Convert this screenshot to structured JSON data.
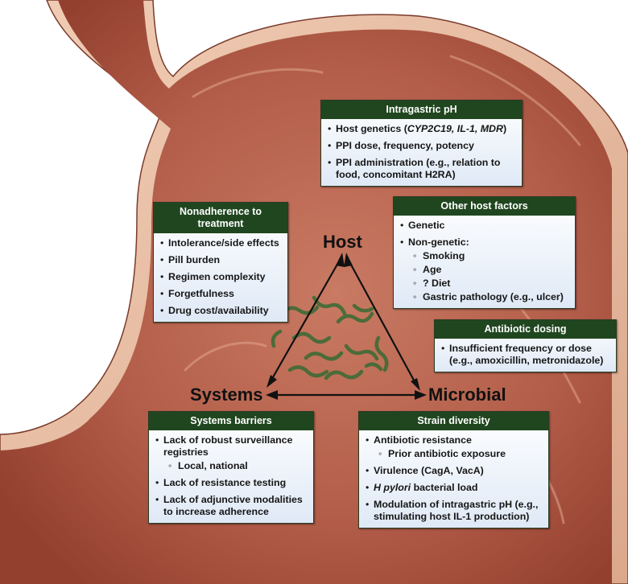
{
  "triangle": {
    "host": "Host",
    "systems": "Systems",
    "microbial": "Microbial"
  },
  "boxes": {
    "intragastric_ph": {
      "title": "Intragastric pH",
      "items": [
        {
          "prefix": "Host genetics (",
          "italic": "CYP2C19, IL-1, MDR",
          "suffix": ")"
        },
        "PPI dose, frequency, potency",
        "PPI administration (e.g., relation to food, concomitant H2RA)"
      ]
    },
    "nonadherence": {
      "title": "Nonadherence to treatment",
      "items": [
        "Intolerance/side effects",
        "Pill burden",
        "Regimen complexity",
        "Forgetfulness",
        "Drug cost/availability"
      ]
    },
    "other_host": {
      "title": "Other host factors",
      "items": [
        "Genetic",
        "Non-genetic:"
      ],
      "subitems": [
        "Smoking",
        "Age",
        "? Diet",
        "Gastric pathology (e.g., ulcer)"
      ]
    },
    "antibiotic_dosing": {
      "title": "Antibiotic dosing",
      "items": [
        "Insufficient frequency or dose (e.g., amoxicillin, metronidazole)"
      ]
    },
    "systems_barriers": {
      "title": "Systems barriers",
      "item1": "Lack of robust surveillance registries",
      "sub1": "Local, national",
      "item2": "Lack of resistance testing",
      "item3": "Lack of adjunctive modalities to increase adherence"
    },
    "strain_diversity": {
      "title": "Strain diversity",
      "item1": "Antibiotic resistance",
      "sub1": "Prior antibiotic exposure",
      "item2": "Virulence (CagA, VacA)",
      "item3_italic": "H pylori",
      "item3_rest": " bacterial load",
      "item4": "Modulation of intragastric pH (e.g., stimulating host IL-1 production)"
    }
  },
  "colors": {
    "header": "#20461f",
    "stomach_inner": "#b05c49",
    "stomach_outer": "#e8c0a6",
    "bacteria": "#3f6b35"
  }
}
